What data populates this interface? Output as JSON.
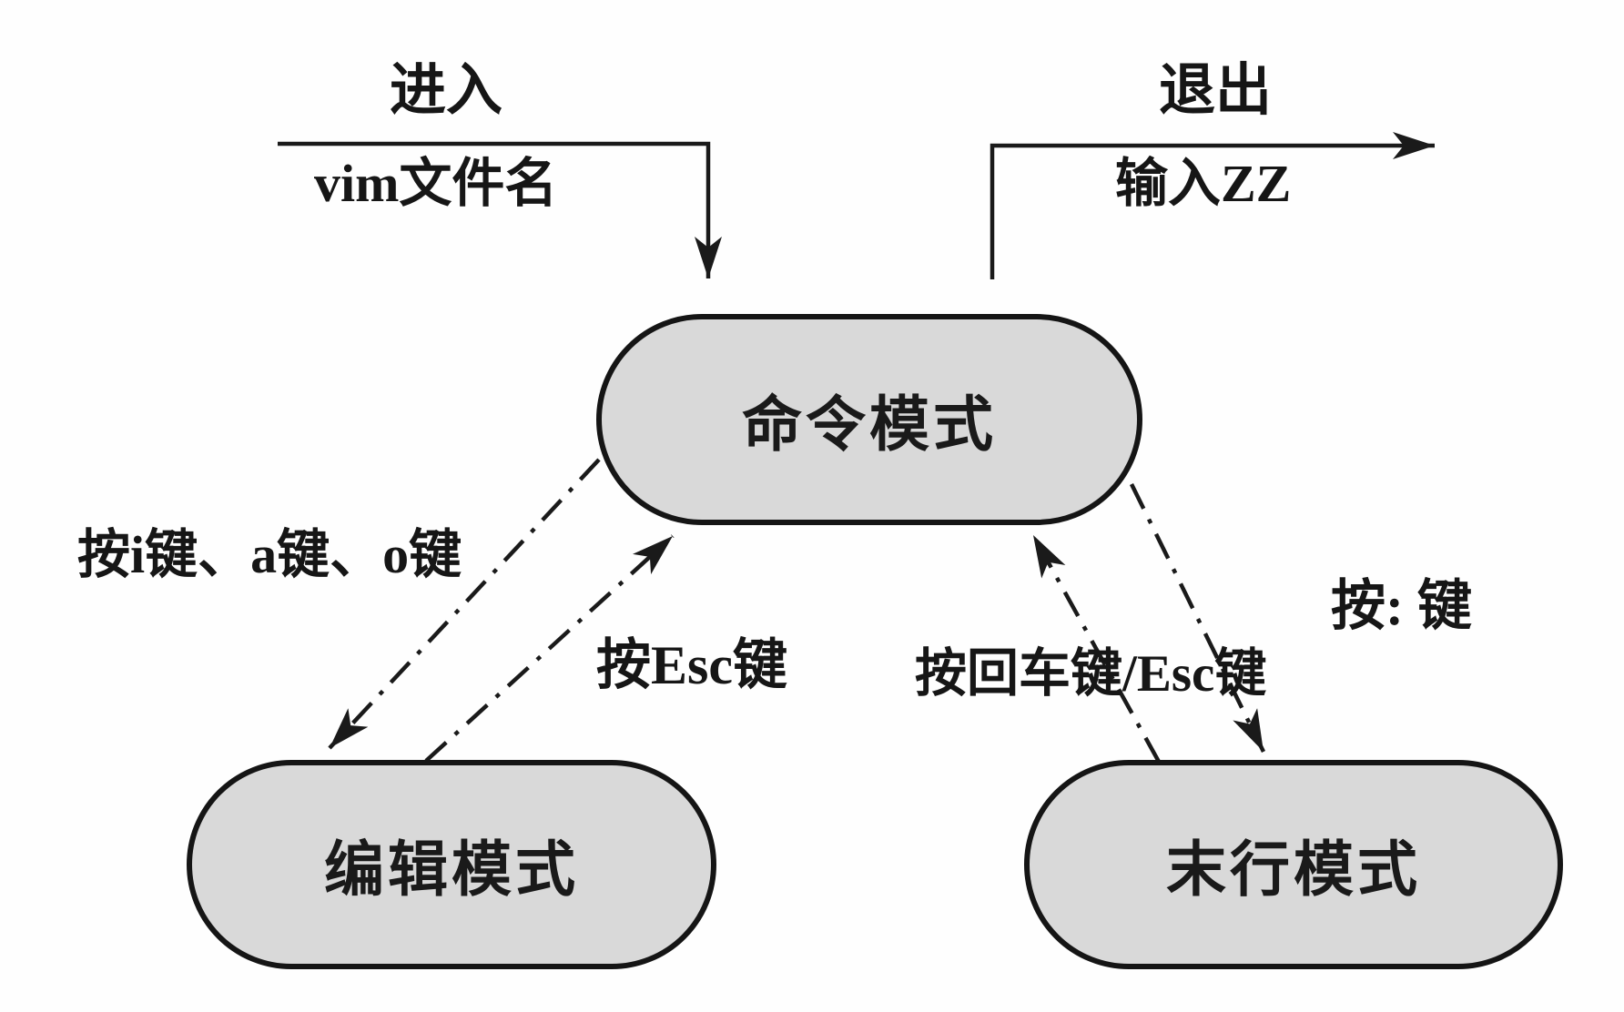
{
  "diagram": {
    "nodes": {
      "command": "命令模式",
      "edit": "编辑模式",
      "lastline": "末行模式"
    },
    "edges": {
      "enter_label": "进入",
      "enter_command": "vim文件名",
      "exit_label": "退出",
      "exit_command": "输入ZZ",
      "command_to_edit": "按i键、a键、o键",
      "edit_to_command": "按Esc键",
      "lastline_to_command": "按回车键/Esc键",
      "command_to_lastline": "按: 键"
    },
    "colors": {
      "node_fill": "#d9d9d9",
      "node_border": "#151515",
      "line": "#1a1a1a",
      "background": "#ffffff"
    }
  }
}
